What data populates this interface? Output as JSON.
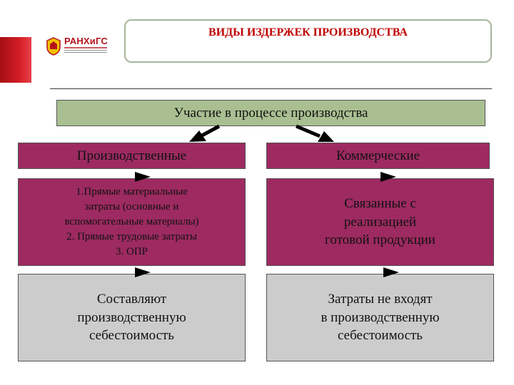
{
  "header": {
    "title": "ВИДЫ ИЗДЕРЖЕК ПРОИЗВОДСТВА",
    "logo_text": "РАНХиГС"
  },
  "diagram": {
    "root": "Участие в процессе производства",
    "left": {
      "category": "Производственные",
      "items": [
        "1.Прямые материальные",
        "затраты (основные и",
        "вспомогательные материалы)",
        "2. Прямые трудовые  затраты",
        "3. ОПР"
      ],
      "result": [
        "Составляют",
        "производственную",
        "себестоимость"
      ]
    },
    "right": {
      "category": "Коммерческие",
      "items": [
        "Связанные с",
        "реализацией",
        "готовой продукции"
      ],
      "result": [
        "Затраты не входят",
        "в производственную",
        "себестоимость"
      ]
    }
  },
  "colors": {
    "accent_red": "#c00000",
    "root_green": "#a9bf91",
    "category_purple": "#9d2a61",
    "result_grey": "#cccccc"
  }
}
